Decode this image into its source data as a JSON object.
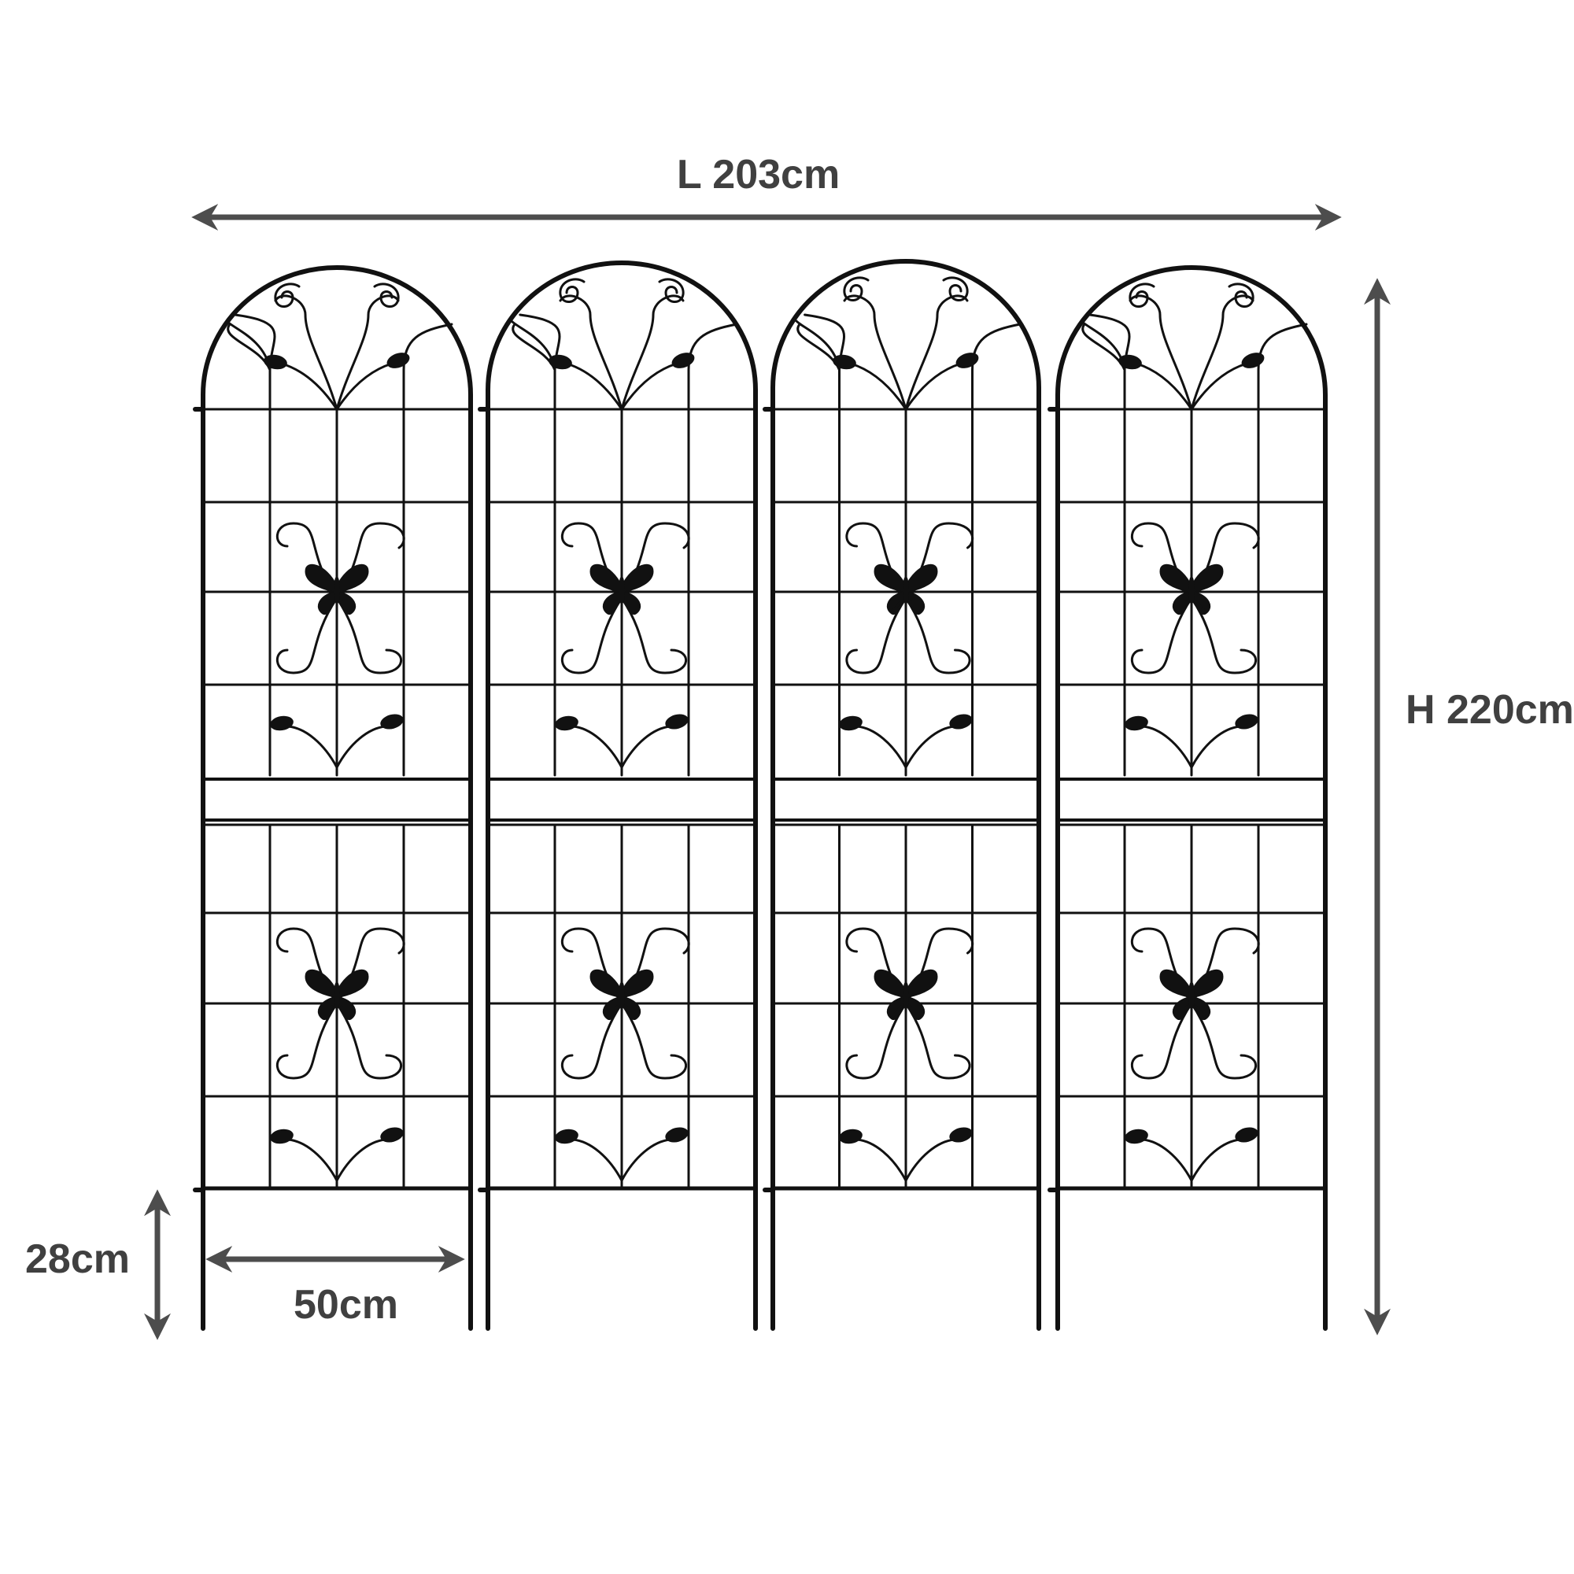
{
  "dimensions": {
    "length": "L 203cm",
    "height": "H 220cm",
    "leg": "28cm",
    "panel_width": "50cm"
  },
  "product": {
    "panel_count": 4,
    "motif_icon": "butterfly-icon",
    "leaf_icon": "leaf-icon",
    "scroll_icon": "scroll-icon"
  },
  "colors": {
    "frame": "#111111",
    "arrow": "#4d4d4d",
    "label": "#404040",
    "background": "#ffffff"
  }
}
